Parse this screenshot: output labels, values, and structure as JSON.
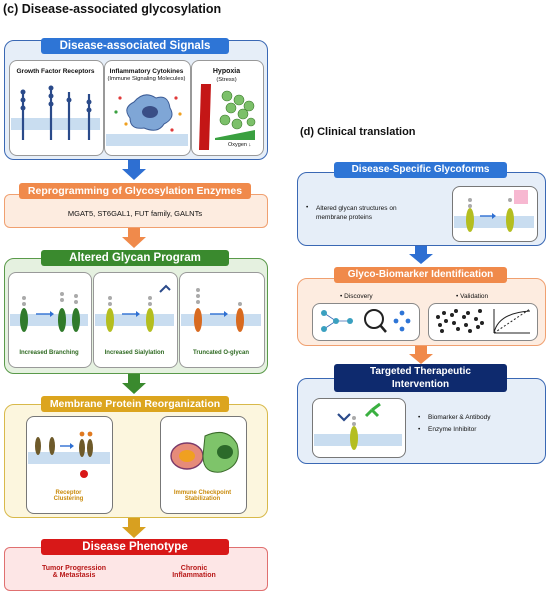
{
  "left": {
    "heading": "(c) Disease-associated glycosylation",
    "signals": {
      "title": "Disease-associated Signals",
      "growth": "Growth Factor Receptors",
      "cytokines": "Inflammatory Cytokines",
      "cytokines_sub": "(Immune Signaling Molecules)",
      "hypoxia": "Hypoxia",
      "hypoxia_sub": "(Stress)",
      "oxygen": "Oxygen ↓"
    },
    "reprogramming": {
      "title": "Reprogramming of Glycosylation Enzymes",
      "enzymes": "MGAT5, ST6GAL1, FUT family, GALNTs"
    },
    "glycan": {
      "title": "Altered Glycan Program",
      "cards": [
        "Increased Branching",
        "Increased Sialylation",
        "Truncated O-glycan"
      ]
    },
    "membrane": {
      "title": "Membrane Protein Reorganization",
      "receptor": "Receptor\nClustering",
      "checkpoint": "Immune Checkpoint\nStabilization"
    },
    "phenotype": {
      "title": "Disease Phenotype",
      "items": [
        "Tumor Progression\n& Metastasis",
        "Chronic\nInflammation"
      ]
    }
  },
  "right": {
    "heading": "(d) Clinical translation",
    "glycoforms": {
      "title": "Disease-Specific Glycoforms",
      "bullet": "Altered glycan structures on\nmembrane proteins"
    },
    "biomarker": {
      "title": "Glyco-Biomarker Identification",
      "discovery": "Discovery",
      "validation": "Validation"
    },
    "therapeutic": {
      "title": "Targeted Therapeutic\nIntervention",
      "items": [
        "Biomarker & Antibody",
        "Enzyme Inhibitor"
      ]
    }
  },
  "colors": {
    "blue": "#2e75d6",
    "orange": "#f08a4b",
    "green": "#3a8a2e",
    "gold": "#dca51e",
    "red": "#d81818",
    "navy": "#0e2a6e"
  },
  "icons": [
    "membrane-icon",
    "receptor-icon",
    "cell-icon",
    "blood-vessel-icon",
    "glycan-icon",
    "antibody-icon",
    "network-icon",
    "magnifier-icon",
    "scatter-plot-icon",
    "roc-curve-icon",
    "arrow-down-icon"
  ]
}
